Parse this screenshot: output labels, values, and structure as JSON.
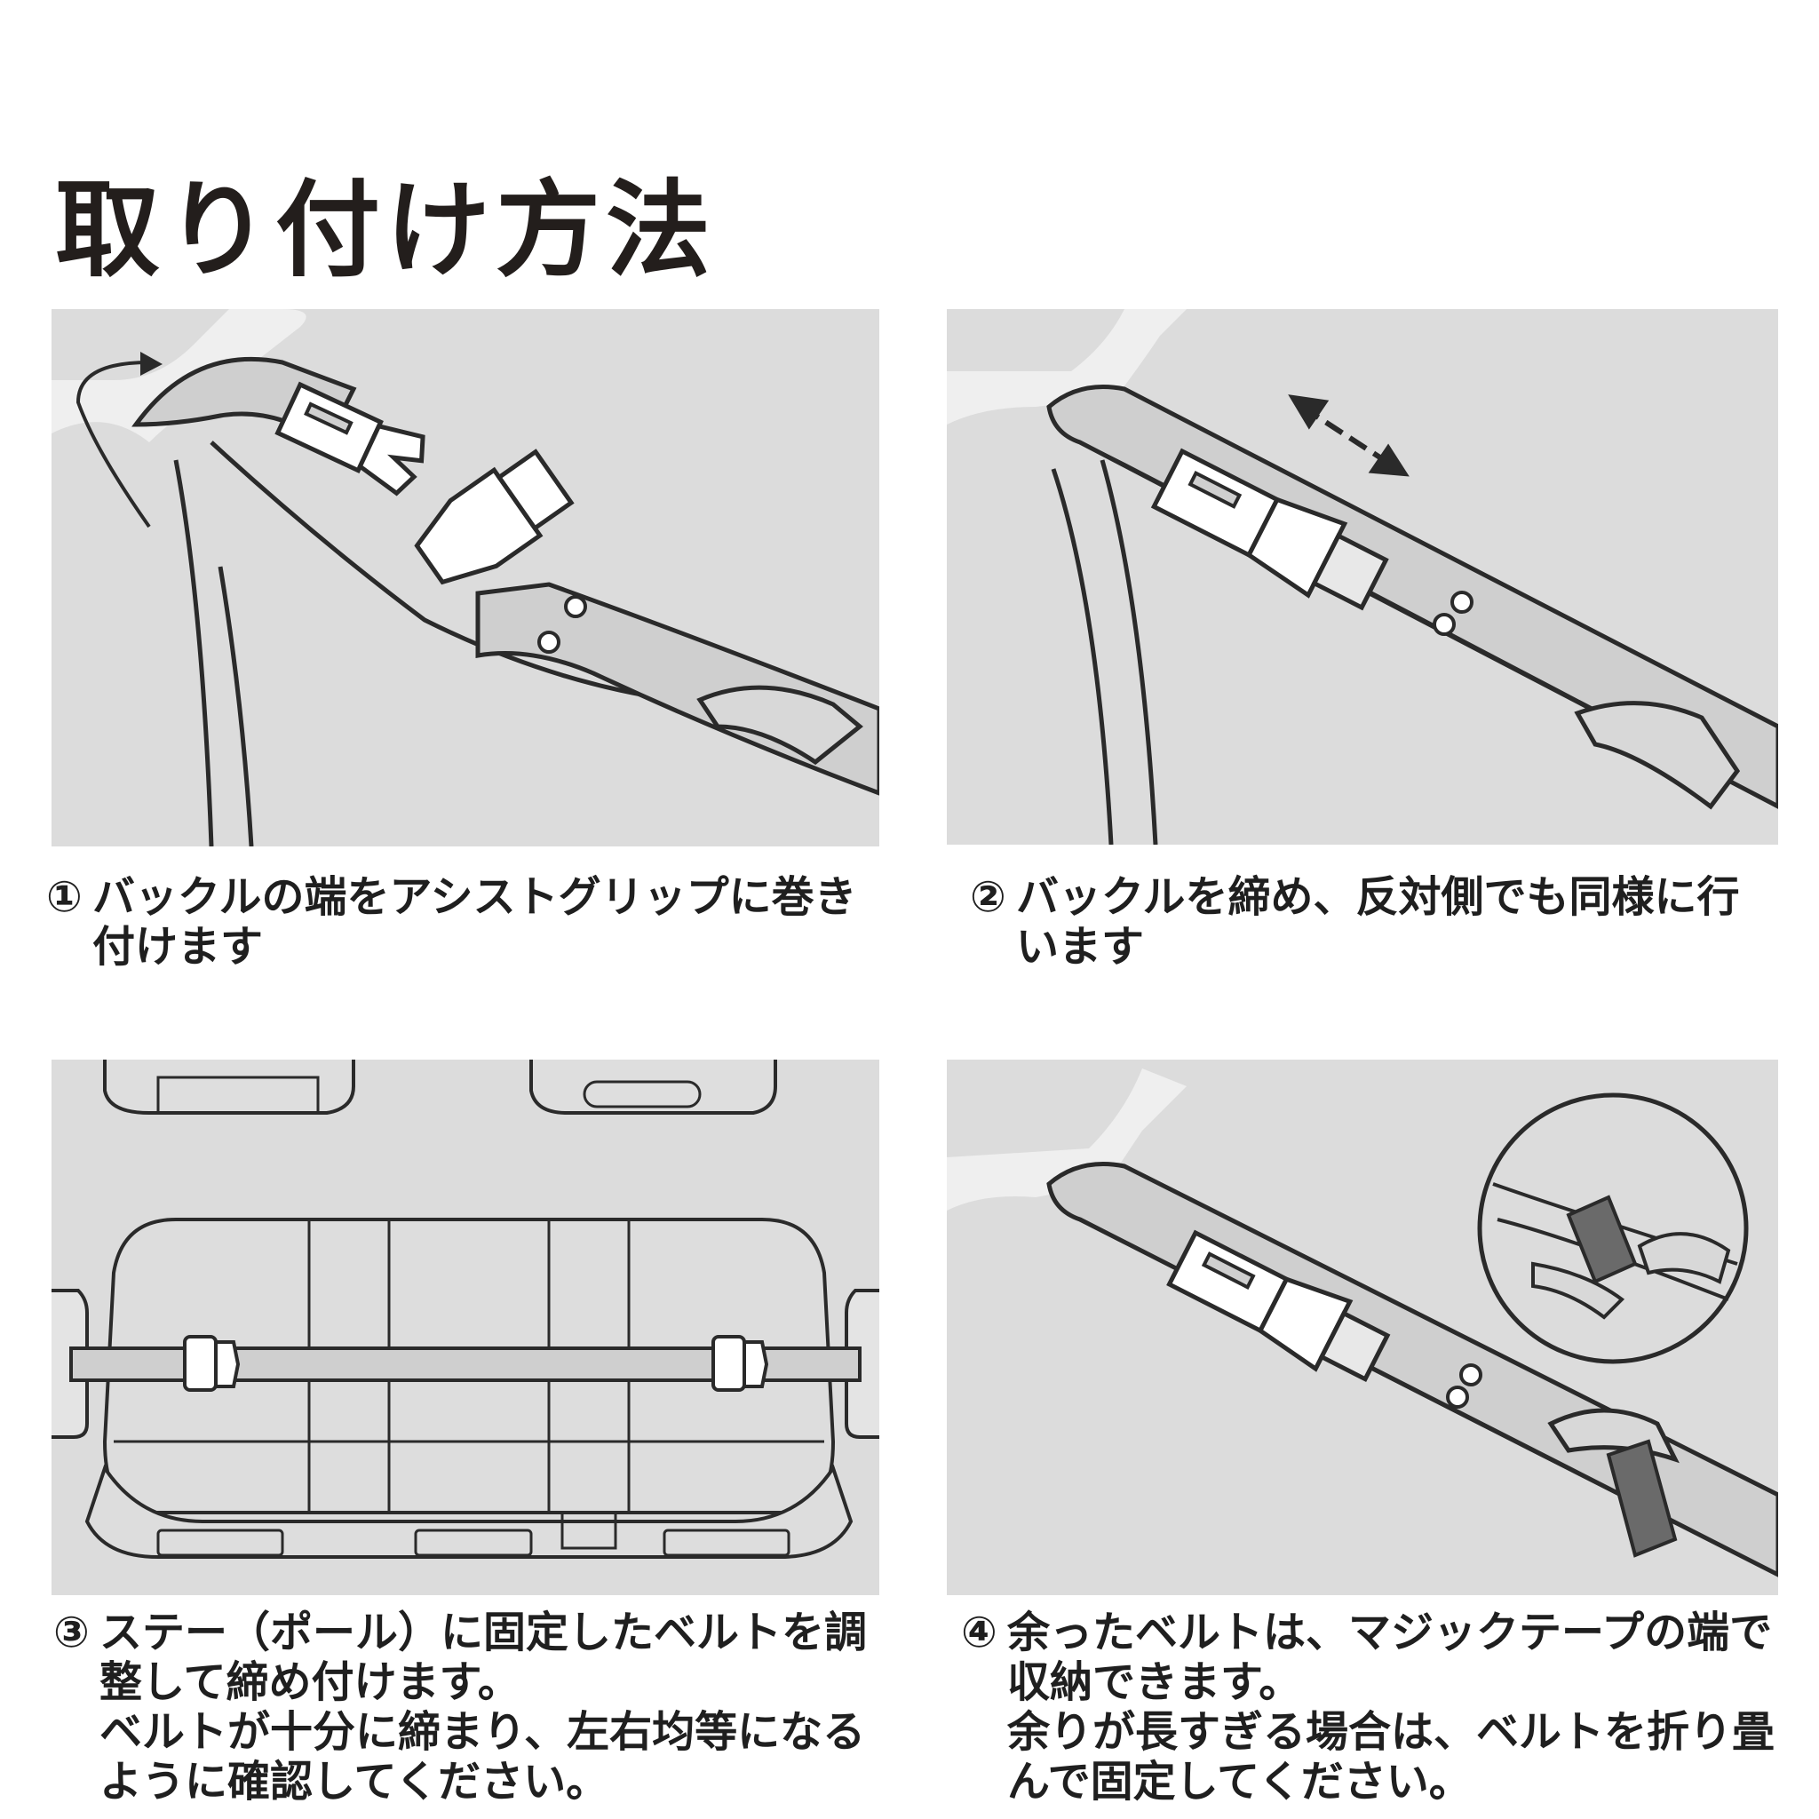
{
  "title": "取り付け方法",
  "steps": [
    {
      "num": "①",
      "lines": [
        "バックルの端をアシストグリップに巻き",
        "付けます"
      ]
    },
    {
      "num": "②",
      "lines": [
        "バックルを締め、反対側でも同様に行",
        "います"
      ]
    },
    {
      "num": "③",
      "lines": [
        "ステー（ポール）に固定したベルトを調",
        "整して締め付けます。",
        "ベルトが十分に締まり、左右均等になる",
        "ように確認してください。"
      ]
    },
    {
      "num": "④",
      "lines": [
        "余ったベルトは、マジックテープの端で",
        "収納できます。",
        "余りが長すぎる場合は、ベルトを折り畳",
        "んで固定してください。"
      ]
    }
  ],
  "colors": {
    "panel_bg": "#dcdcdc",
    "line": "#2a2a2a",
    "belt": "#cfcfcf",
    "buckle": "#ffffff"
  },
  "icons": [
    "rotate-arrow-icon",
    "double-arrow-icon",
    "magnifier-circle-icon"
  ]
}
